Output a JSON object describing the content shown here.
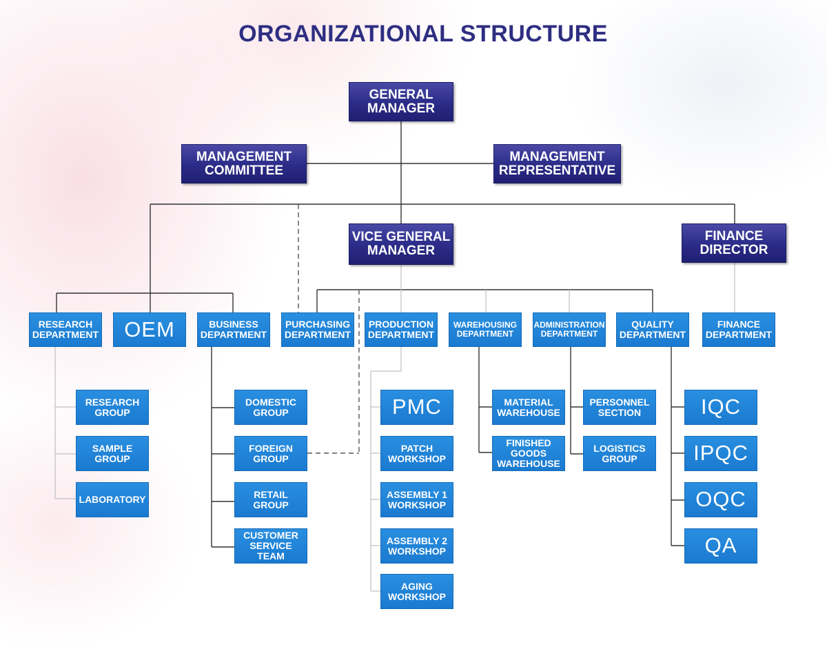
{
  "title": "ORGANIZATIONAL STRUCTURE",
  "nodes": {
    "general_manager": "GENERAL\nMANAGER",
    "management_committee": "MANAGEMENT\nCOMMITTEE",
    "management_representative": "MANAGEMENT\nREPRESENTATIVE",
    "vice_general_manager": "VICE GENERAL\nMANAGER",
    "finance_director": "FINANCE\nDIRECTOR",
    "research_department": "RESEARCH\nDEPARTMENT",
    "oem": "OEM",
    "business_department": "BUSINESS\nDEPARTMENT",
    "purchasing_department": "PURCHASING\nDEPARTMENT",
    "production_department": "PRODUCTION\nDEPARTMENT",
    "warehousing_department": "WAREHOUSING\nDEPARTMENT",
    "administration_department": "ADMINISTRATION\nDEPARTMENT",
    "quality_department": "QUALITY\nDEPARTMENT",
    "finance_department": "FINANCE\nDEPARTMENT",
    "research_group": "RESEARCH\nGROUP",
    "sample_group": "SAMPLE\nGROUP",
    "laboratory": "LABORATORY",
    "domestic_group": "DOMESTIC\nGROUP",
    "foreign_group": "FOREIGN\nGROUP",
    "retail_group": "RETAIL\nGROUP",
    "customer_service_team": "CUSTOMER\nSERVICE TEAM",
    "pmc": "PMC",
    "patch_workshop": "PATCH\nWORKSHOP",
    "assembly_1_workshop": "ASSEMBLY 1\nWORKSHOP",
    "assembly_2_workshop": "ASSEMBLY 2\nWORKSHOP",
    "aging_workshop": "AGING\nWORKSHOP",
    "material_warehouse": "MATERIAL\nWAREHOUSE",
    "finished_goods_warehouse": "FINISHED\nGOODS\nWAREHOUSE",
    "personnel_section": "PERSONNEL\nSECTION",
    "logistics_group": "LOGISTICS\nGROUP",
    "iqc": "IQC",
    "ipqc": "IPQC",
    "oqc": "OQC",
    "qa": "QA"
  },
  "colors": {
    "title": "#2e2e82",
    "executive_box": "#2d2d8a",
    "department_box": "#1a7ad0",
    "connector": "#333333"
  }
}
